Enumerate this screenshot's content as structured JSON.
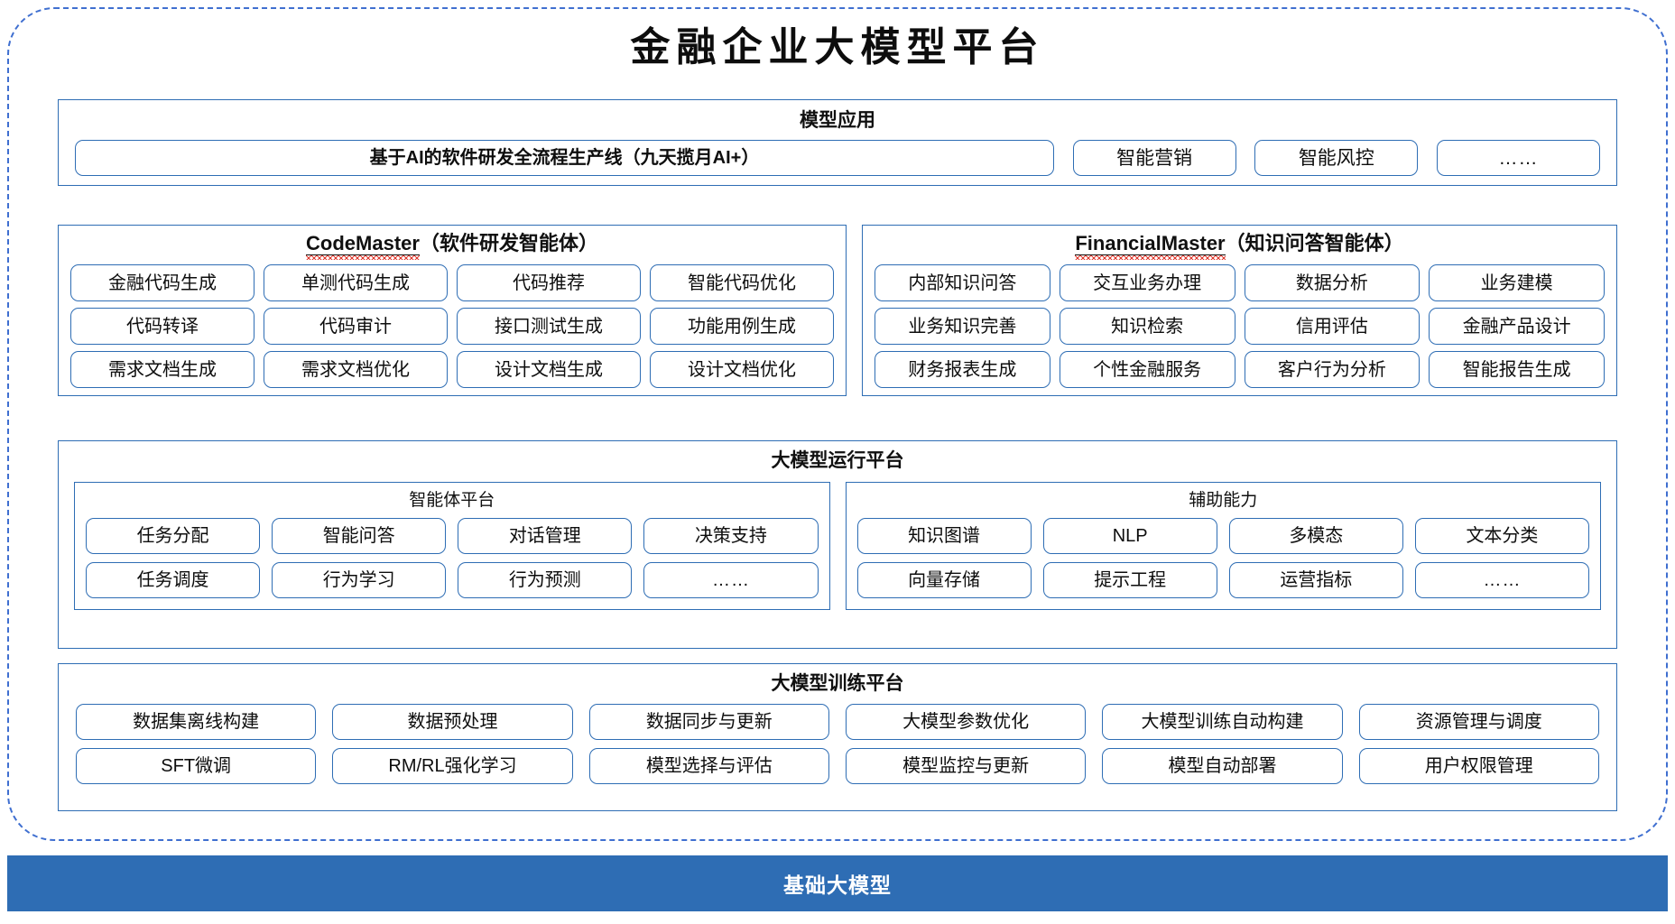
{
  "title": "金融企业大模型平台",
  "colors": {
    "accent_blue": "#2e6db4",
    "frame_dashed": "#3f6fd0",
    "spellcheck_red": "#e03a2f",
    "text": "#0d0d0d",
    "base_bar_bg": "#2e6db4",
    "base_bar_text": "#ffffff"
  },
  "sections": {
    "app": {
      "title": "模型应用",
      "main_chip": "基于AI的软件研发全流程生产线（九天揽月AI+）",
      "chips": [
        "智能营销",
        "智能风控",
        "……"
      ]
    },
    "code_master": {
      "title_en": "CodeMaster",
      "title_cn": "（软件研发智能体）",
      "rows": [
        [
          "金融代码生成",
          "单测代码生成",
          "代码推荐",
          "智能代码优化"
        ],
        [
          "代码转译",
          "代码审计",
          "接口测试生成",
          "功能用例生成"
        ],
        [
          "需求文档生成",
          "需求文档优化",
          "设计文档生成",
          "设计文档优化"
        ]
      ]
    },
    "financial_master": {
      "title_en": "FinancialMaster",
      "title_cn": "（知识问答智能体）",
      "rows": [
        [
          "内部知识问答",
          "交互业务办理",
          "数据分析",
          "业务建模"
        ],
        [
          "业务知识完善",
          "知识检索",
          "信用评估",
          "金融产品设计"
        ],
        [
          "财务报表生成",
          "个性金融服务",
          "客户行为分析",
          "智能报告生成"
        ]
      ]
    },
    "runtime": {
      "title": "大模型运行平台",
      "columns": [
        {
          "title": "智能体平台",
          "rows": [
            [
              "任务分配",
              "智能问答",
              "对话管理",
              "决策支持"
            ],
            [
              "任务调度",
              "行为学习",
              "行为预测",
              "……"
            ]
          ]
        },
        {
          "title": "辅助能力",
          "rows": [
            [
              "知识图谱",
              "NLP",
              "多模态",
              "文本分类"
            ],
            [
              "向量存储",
              "提示工程",
              "运营指标",
              "……"
            ]
          ]
        }
      ]
    },
    "training": {
      "title": "大模型训练平台",
      "rows": [
        [
          "数据集离线构建",
          "数据预处理",
          "数据同步与更新",
          "大模型参数优化",
          "大模型训练自动构建",
          "资源管理与调度"
        ],
        [
          "SFT微调",
          "RM/RL强化学习",
          "模型选择与评估",
          "模型监控与更新",
          "模型自动部署",
          "用户权限管理"
        ]
      ]
    },
    "base": {
      "label": "基础大模型"
    }
  }
}
